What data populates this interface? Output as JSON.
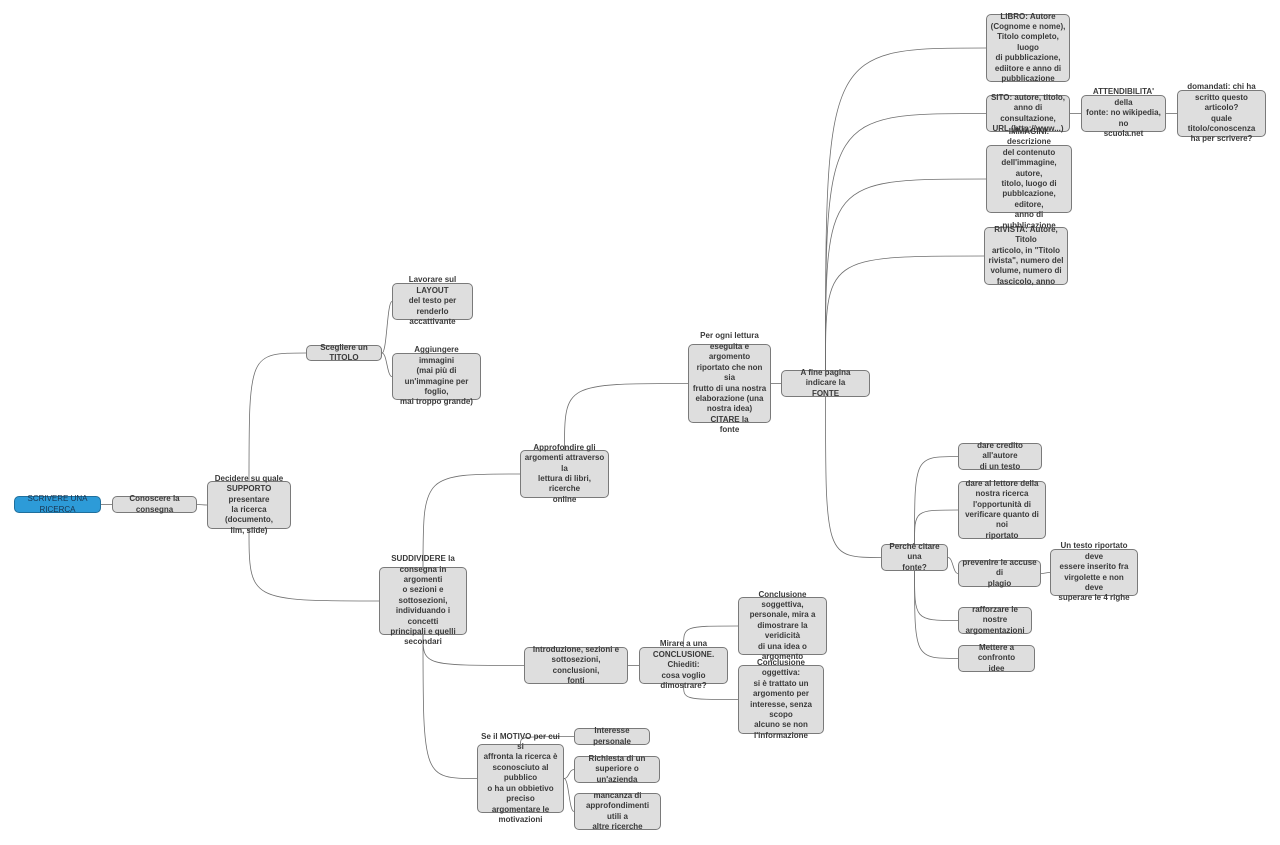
{
  "map": {
    "root": "SCRIVERE UNA RICERCA",
    "conoscere": "Conoscere la consegna",
    "decidere": "Decidere su quale\nSUPPORTO presentare\nla ricerca (documento,\nlim, slide)",
    "titolo": "Scegliere un TITOLO",
    "layout": "Lavorare sul LAYOUT\ndel testo per renderlo\naccattivante",
    "immagini": "Aggiungere immagini\n(mai più di\nun'immagine per foglio,\nmai troppo grande)",
    "suddividere": "SUDDIVIDERE la\nconsegna in argomenti\no sezioni e sottosezioni,\nindividuando i concetti\nprincipali e quelli\nsecondari",
    "approfondire": "Approfondire gli\nargomenti attraverso la\nlettura di libri, ricerche\nonline",
    "lettura": "Per ogni lettura\neseguita e argomento\nriportato che non sia\nfrutto di una nostra\nelaborazione (una\nnostra idea) CITARE la\nfonte",
    "fonte": "A fine pagina indicare la\nFONTE",
    "libro": "LIBRO: Autore\n(Cognome e nome),\nTitolo completo, luogo\ndi pubblicazione,\nediitore e anno di\npubblicazione",
    "sito": "SITO: autore, titolo,\nanno di consultazione,\nURL (http://www...)",
    "attendibilita": "ATTENDIBILITA' della\nfonte: no wikipedia, no\nscuola.net",
    "domandati": "domandati: chi ha\nscritto questo articolo?\nquale titolo/conoscenza\nha per scrivere?",
    "imgfonte": "IMMAGINI: descrizione\ndel contenuto\ndell'immagine, autore,\ntitolo, luogo di\npubblcazione, editore,\nanno di pubblicazione",
    "rivista": "RIVISTA: Autore, Titolo\narticolo,  in \"Titolo\nrivista\", numero del\nvolume, numero di\nfascicolo, anno",
    "perche": "Perchè citare una\nfonte?",
    "credito": "dare credito all'autore\ndi un testo",
    "opportunita": "dare al lettore della\nnostra ricerca\nl'opportunità di\nverificare quanto di noi\nriportato",
    "plagio": "prevenire le accuse di\nplagio",
    "virgolette": "Un testo riportato deve\nessere inserito fra\nvirgolette e non deve\nsuperare le 4 righe",
    "rafforzare": "rafforzare le nostre\nargomentazioni",
    "confronto": "Mettere a confronto\nidee",
    "introduzione": "Introduzione, sezioni e\nsottosezioni, conclusioni,\nfonti",
    "conclusione": "Mirare a una\nCONCLUSIONE. Chiediti:\ncosa voglio dimostrare?",
    "soggettiva": "Conclusione soggettiva,\npersonale, mira a\ndimostrare la veridicità\ndi una idea o\nargomento",
    "oggettiva": "Conclusione oggettiva:\nsi è trattato un\nargomento per\ninteresse, senza scopo\nalcuno se non\nl'informazione",
    "motivo": "Se il MOTIVO per cui si\naffronta la ricerca è\nsconosciuto al pubblico\no ha un obbietivo\npreciso argomentare le\nmotivazioni",
    "interesse": "Interesse personale",
    "richiesta": "Richiesta di un\nsuperiore o un'azienda",
    "mancanza": "mancanza di\napprofondimenti utili a\naltre ricerche"
  },
  "colors": {
    "root_fill": "#2d9bd8",
    "node_fill": "#dedede",
    "node_border": "#7a7a7a",
    "connector": "#6e6e6e"
  }
}
